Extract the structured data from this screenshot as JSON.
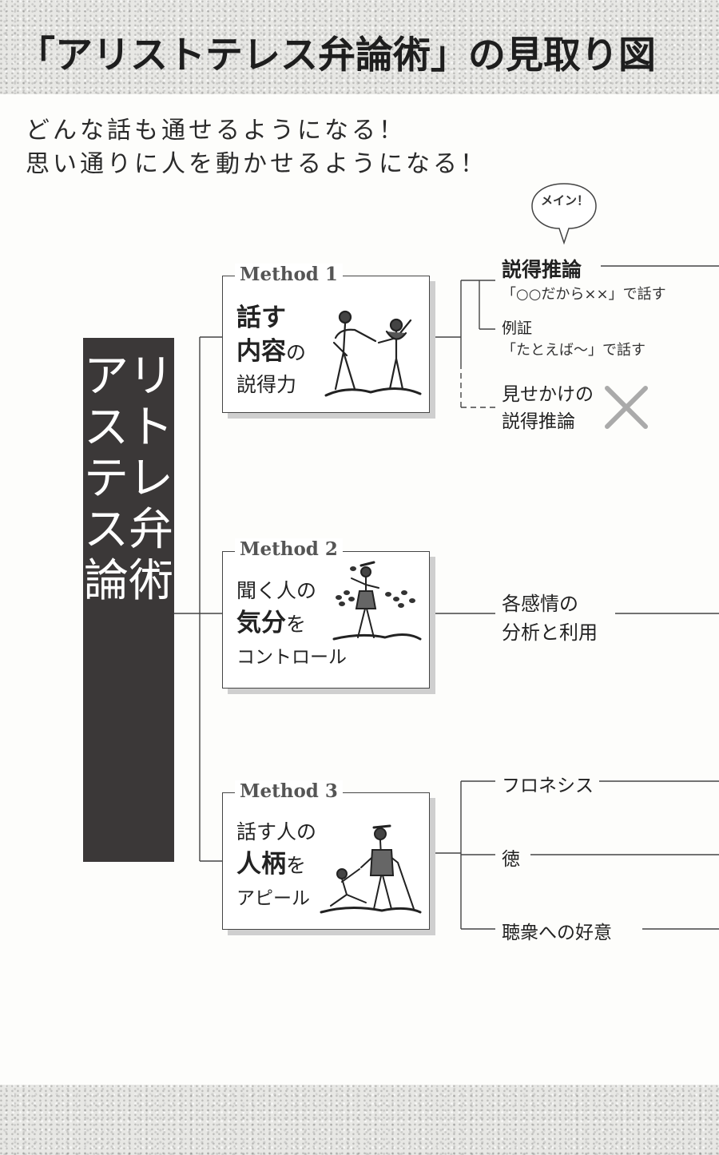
{
  "title": "「アリストテレス弁論術」の見取り図",
  "intro": {
    "line1": "どんな話も通せるようになる！",
    "line2": "思い通りに人を動かせるようになる！"
  },
  "root": {
    "label": "アリストテレス弁論術"
  },
  "methods": [
    {
      "tag": "Method 1",
      "desc": {
        "l1": "話す",
        "l2a": "内容",
        "l2b": "の",
        "l3": "説得力"
      },
      "illustration": "two-figures-woodcut",
      "children": [
        {
          "label": "説得推論",
          "sub": "「○○だから××」で話す",
          "callout": "メイン！"
        },
        {
          "label": "例証",
          "sub": "「たとえば〜」で話す"
        },
        {
          "label1": "見せかけの",
          "label2": "説得推論",
          "mark": "cross-mark"
        }
      ]
    },
    {
      "tag": "Method 2",
      "desc": {
        "l1": "聞く人の",
        "l2a": "気分",
        "l2b": "を",
        "l3": "コントロール"
      },
      "illustration": "piper-with-birds-woodcut",
      "children": [
        {
          "label1": "各感情の",
          "label2": "分析と利用"
        }
      ]
    },
    {
      "tag": "Method 3",
      "desc": {
        "l1": "話す人の",
        "l2a": "人柄",
        "l2b": "を",
        "l3": "アピール"
      },
      "illustration": "helping-figure-woodcut",
      "children": [
        {
          "label": "フロネシス"
        },
        {
          "label": "徳"
        },
        {
          "label": "聴衆への好意"
        }
      ]
    }
  ],
  "colors": {
    "root_box": "#3b3838",
    "line": "#444444",
    "cross": "#aaaaaa",
    "shadow": "#cfcfcf"
  }
}
